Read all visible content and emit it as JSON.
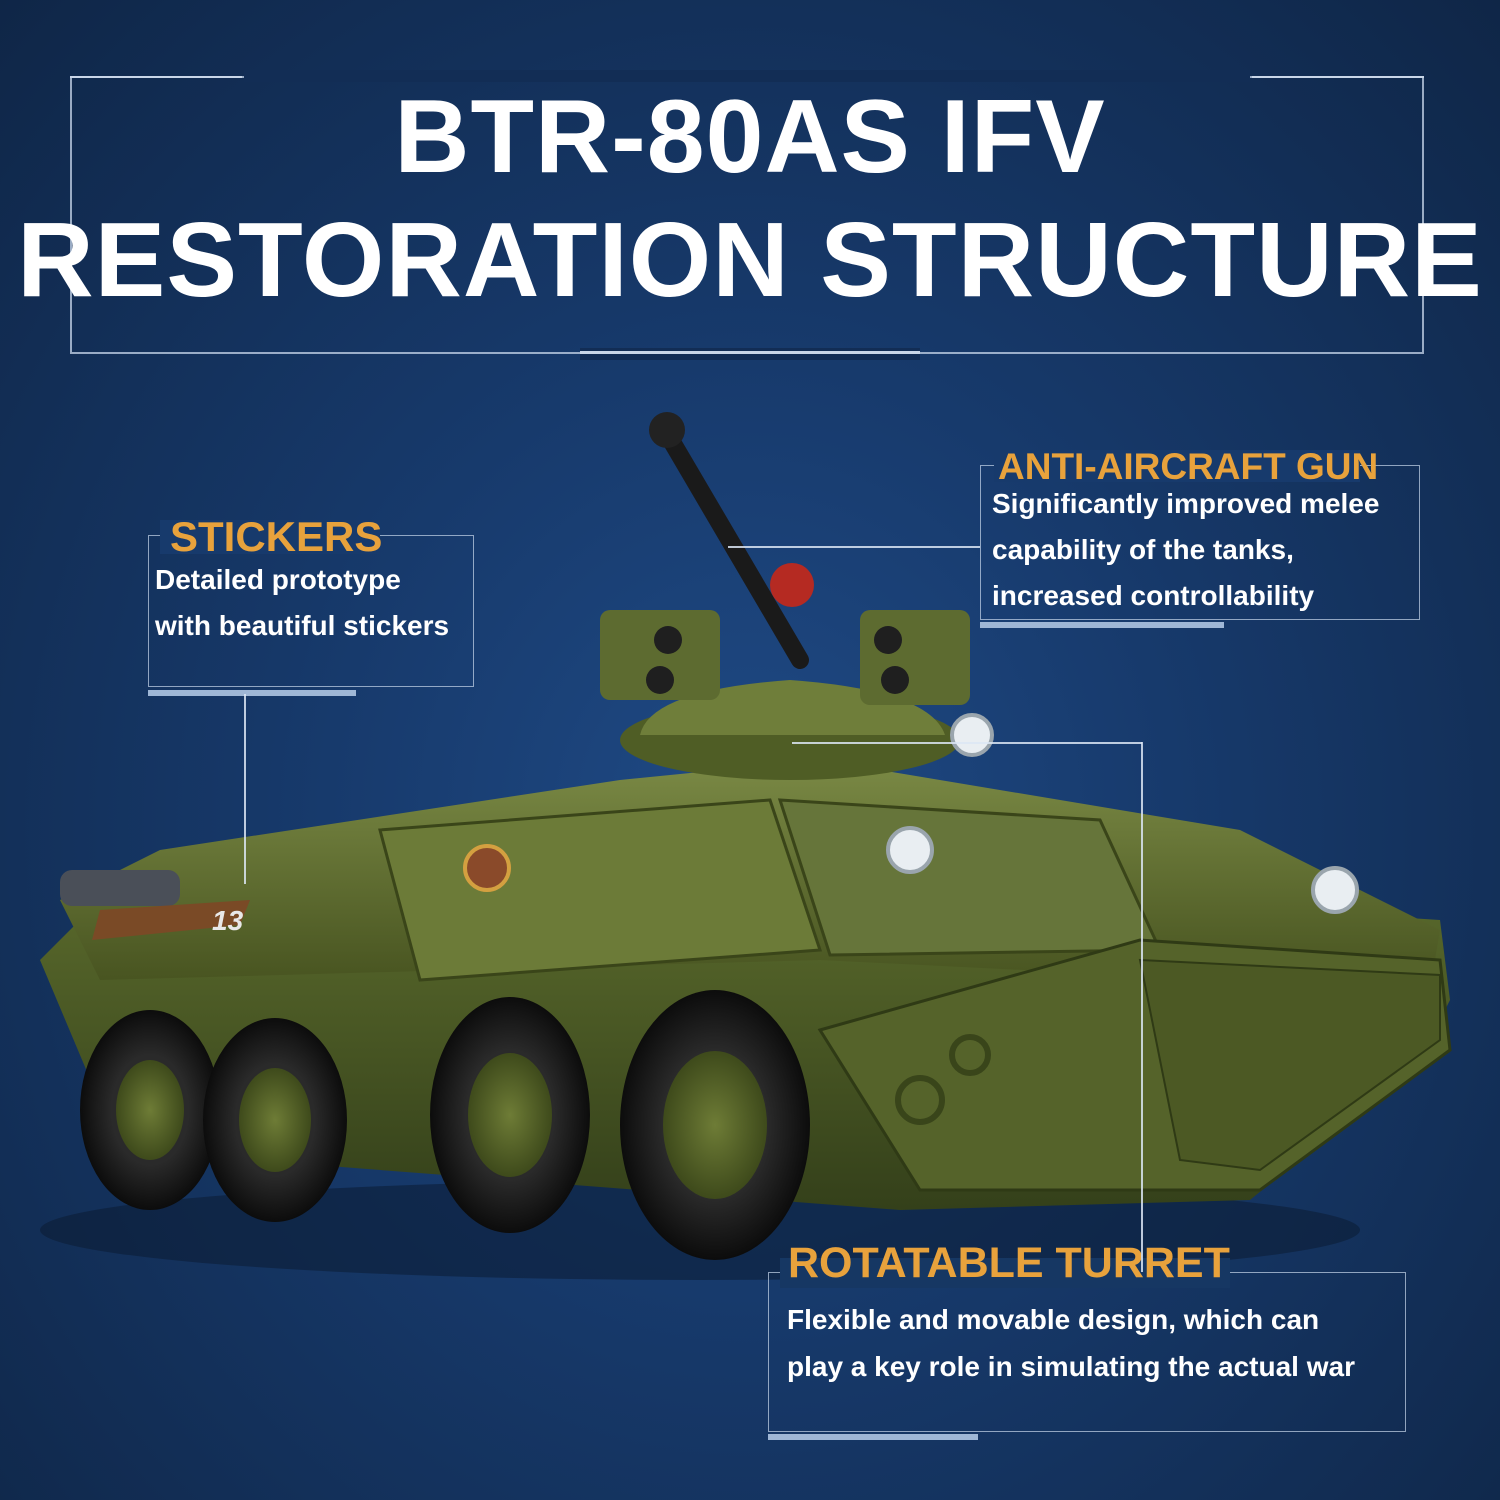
{
  "title": {
    "line1": "BTR-80AS IFV",
    "line2": "RESTORATION STRUCTURE"
  },
  "callouts": {
    "stickers": {
      "heading": "STICKERS",
      "lines": [
        "Detailed prototype",
        "with beautiful stickers"
      ]
    },
    "anti_aircraft": {
      "heading": "ANTI-AIRCRAFT GUN",
      "lines": [
        "Significantly improved melee",
        "capability of the tanks,",
        "increased controllability"
      ]
    },
    "turret": {
      "heading": "ROTATABLE TURRET",
      "lines": [
        "Flexible and movable design, which can",
        "play a key role in simulating the actual war"
      ]
    }
  },
  "vehicle_marking": "13",
  "colors": {
    "background": "#173a6c",
    "heading_accent": "#e8a23c",
    "hull_green": "#5d6b30",
    "tire_black": "#151515"
  }
}
